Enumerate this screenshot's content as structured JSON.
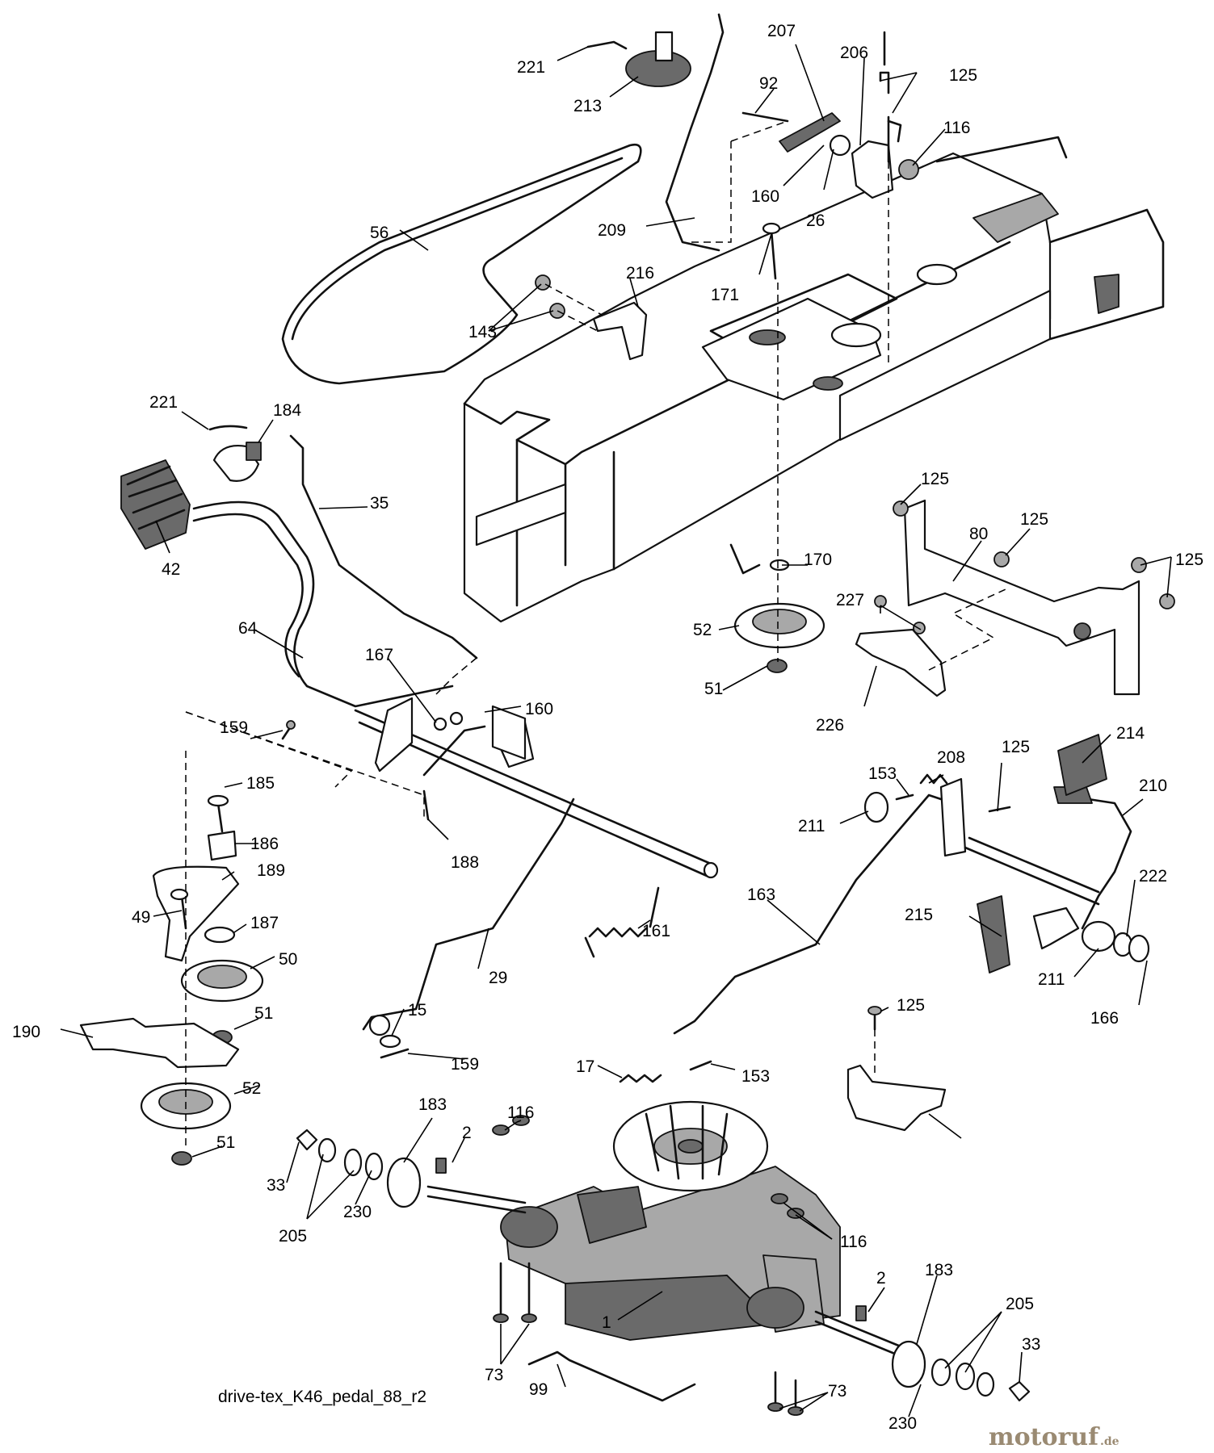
{
  "diagram": {
    "caption": "drive-tex_K46_pedal_88_r2",
    "watermark": {
      "main": "motoruf",
      "suffix": ".de"
    },
    "callouts": [
      "221",
      "213",
      "207",
      "92",
      "206",
      "125",
      "116",
      "56",
      "160",
      "26",
      "209",
      "216",
      "171",
      "143",
      "221",
      "184",
      "35",
      "42",
      "125",
      "80",
      "125",
      "125",
      "170",
      "227",
      "52",
      "64",
      "167",
      "159",
      "160",
      "51",
      "226",
      "214",
      "153",
      "208",
      "125",
      "210",
      "185",
      "211",
      "186",
      "188",
      "189",
      "222",
      "163",
      "49",
      "187",
      "161",
      "215",
      "50",
      "29",
      "211",
      "15",
      "166",
      "190",
      "51",
      "125",
      "159",
      "17",
      "153",
      "52",
      "183",
      "116",
      "51",
      "2",
      "33",
      "205",
      "230",
      "116",
      "2",
      "183",
      "1",
      "205",
      "73",
      "33",
      "99",
      "73",
      "230"
    ]
  }
}
